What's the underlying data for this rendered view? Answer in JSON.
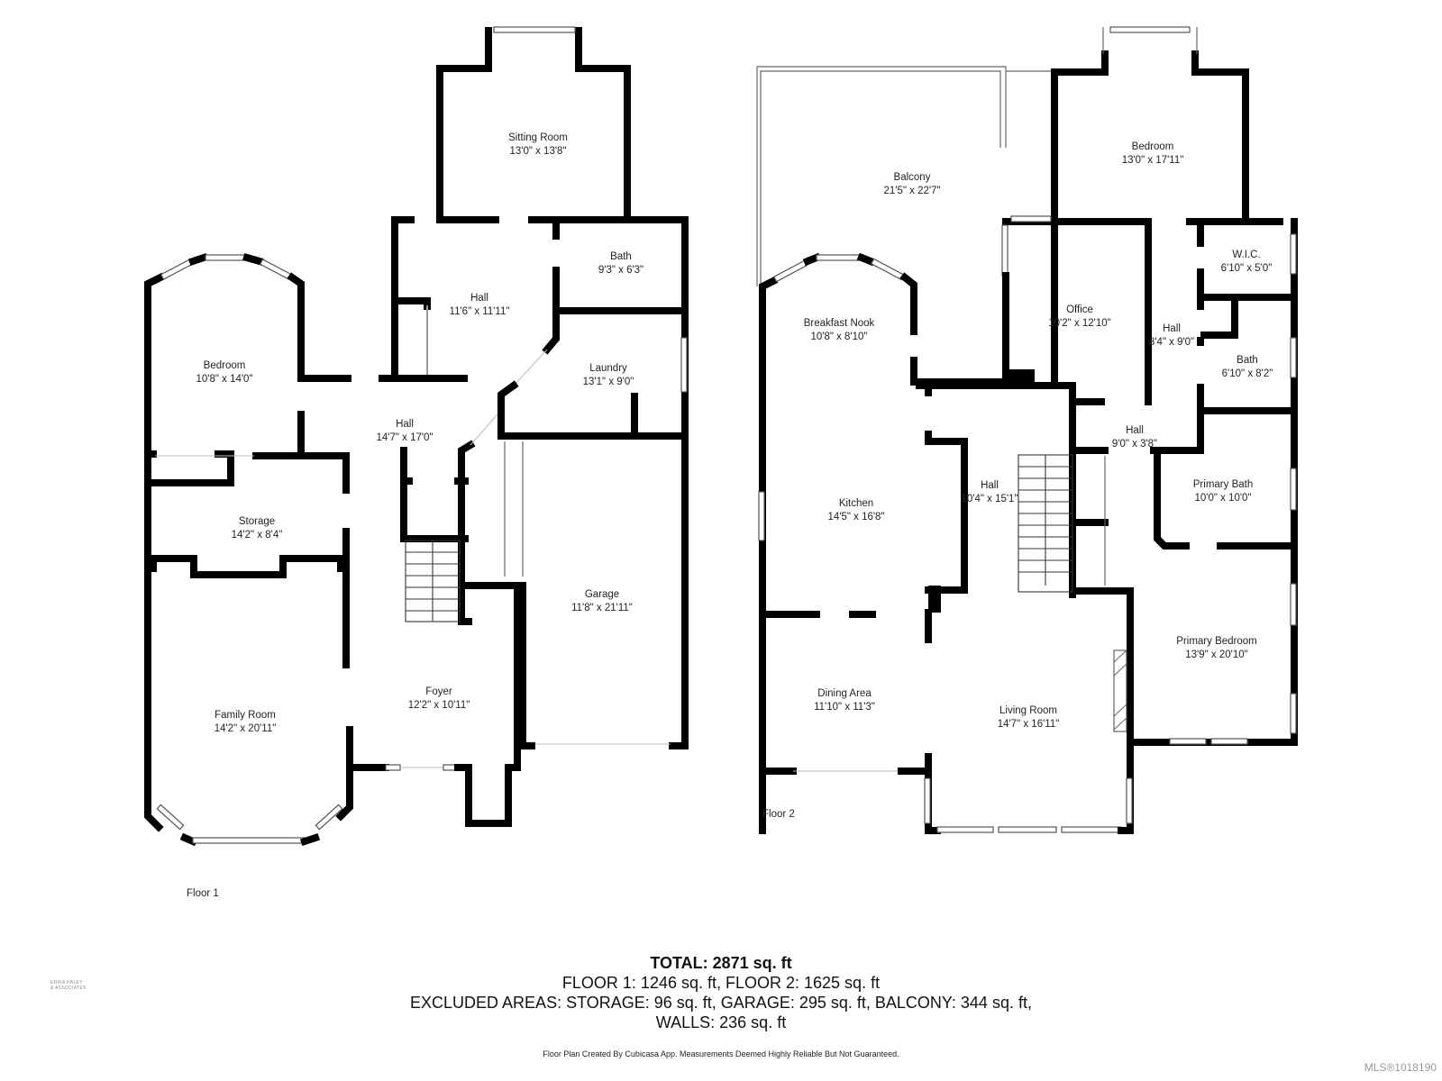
{
  "floor_plan": {
    "floor1": {
      "label": "Floor 1",
      "rooms": [
        {
          "name": "Sitting Room",
          "dims": "13'0\" x 13'8\""
        },
        {
          "name": "Bath",
          "dims": "9'3\" x 6'3\""
        },
        {
          "name": "Hall",
          "dims": "11'6\" x 11'11\""
        },
        {
          "name": "Bedroom",
          "dims": "10'8\" x 14'0\""
        },
        {
          "name": "Laundry",
          "dims": "13'1\" x 9'0\""
        },
        {
          "name": "Hall",
          "dims": "14'7\" x 17'0\""
        },
        {
          "name": "Storage",
          "dims": "14'2\" x 8'4\""
        },
        {
          "name": "Garage",
          "dims": "11'8\" x 21'11\""
        },
        {
          "name": "Foyer",
          "dims": "12'2\" x 10'11\""
        },
        {
          "name": "Family Room",
          "dims": "14'2\" x 20'11\""
        }
      ]
    },
    "floor2": {
      "label": "Floor 2",
      "rooms": [
        {
          "name": "Bedroom",
          "dims": "13'0\" x 17'11\""
        },
        {
          "name": "Balcony",
          "dims": "21'5\" x 22'7\""
        },
        {
          "name": "W.I.C.",
          "dims": "6'10\" x 5'0\""
        },
        {
          "name": "Office",
          "dims": "10'2\" x 12'10\""
        },
        {
          "name": "Breakfast Nook",
          "dims": "10'8\" x 8'10\""
        },
        {
          "name": "Hall",
          "dims": "8'4\" x 9'0\""
        },
        {
          "name": "Bath",
          "dims": "6'10\" x 8'2\""
        },
        {
          "name": "Hall",
          "dims": "9'0\" x 3'8\""
        },
        {
          "name": "Primary Bath",
          "dims": "10'0\" x 10'0\""
        },
        {
          "name": "Kitchen",
          "dims": "14'5\" x 16'8\""
        },
        {
          "name": "Hall",
          "dims": "10'4\" x 15'1\""
        },
        {
          "name": "Primary Bedroom",
          "dims": "13'9\" x 20'10\""
        },
        {
          "name": "Dining Area",
          "dims": "11'10\" x 11'3\""
        },
        {
          "name": "Living Room",
          "dims": "14'7\" x 16'11\""
        }
      ]
    }
  },
  "summary": {
    "total": "TOTAL: 2871 sq. ft",
    "floors": "FLOOR 1: 1246 sq. ft, FLOOR 2: 1625 sq. ft",
    "excluded": "EXCLUDED AREAS: STORAGE: 96 sq. ft, GARAGE: 295 sq. ft, BALCONY: 344 sq. ft,",
    "walls": "WALLS: 236 sq. ft"
  },
  "disclaimer": "Floor Plan Created By Cubicasa App. Measurements Deemed Highly Reliable But Not Guaranteed.",
  "mls": "MLS®1018190",
  "logo": {
    "line1": "ERIKA HALEY",
    "line2": "& ASSOCIATES"
  },
  "colors": {
    "wall": "#000000",
    "background": "#ffffff",
    "text": "#222222",
    "mls": "#999999"
  }
}
